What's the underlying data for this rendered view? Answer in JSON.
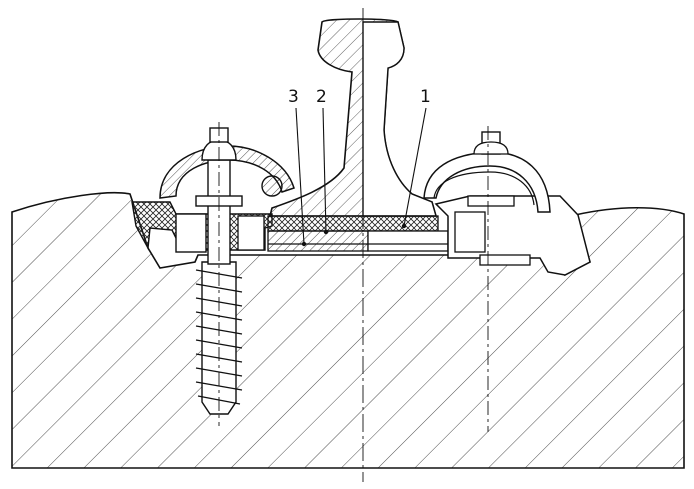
{
  "labels": {
    "one": "1",
    "two": "2",
    "three": "3"
  },
  "colors": {
    "ink": "#111111",
    "paper": "#ffffff",
    "hatch": "#3a3a3a"
  }
}
